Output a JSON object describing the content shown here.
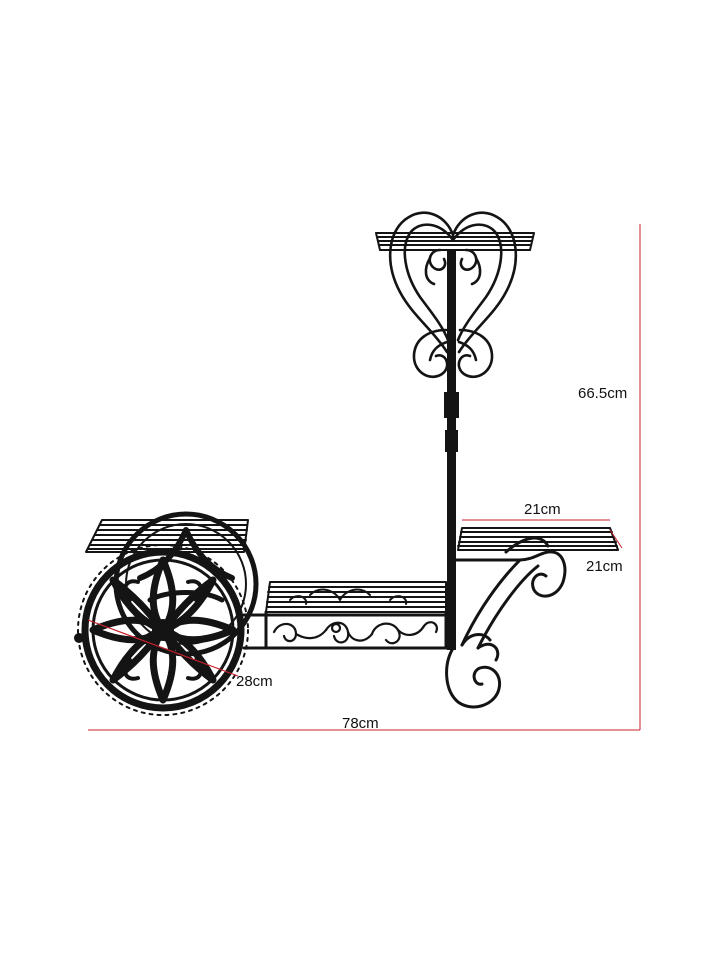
{
  "image": {
    "subject": "plant-stand-cart",
    "colors": {
      "metal": "#141414",
      "dimension_line": "#c8202a",
      "label": "#111111",
      "background": "#ffffff"
    }
  },
  "dimensions": {
    "height": "66.5cm",
    "shelf_width": "21cm",
    "shelf_depth": "21cm",
    "wheel_diameter": "28cm",
    "total_length": "78cm"
  }
}
